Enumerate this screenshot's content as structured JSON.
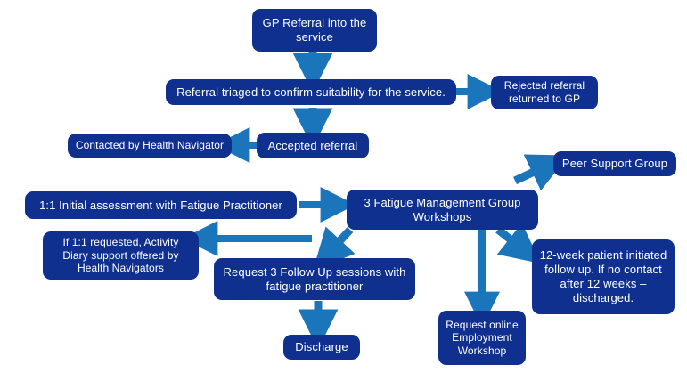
{
  "diagram": {
    "title": "Fatigue service patient pathway flowchart",
    "colors": {
      "node_fill": "#10308F",
      "node_text": "#FFFFFF",
      "arrow": "#1B75BB",
      "background": "#FFFFFF"
    },
    "nodes": [
      {
        "id": "gp-referral",
        "label": "GP Referral into the service"
      },
      {
        "id": "referral-triaged",
        "label": "Referral triaged to confirm suitability for the service."
      },
      {
        "id": "rejected-referral",
        "label": "Rejected referral returned to GP"
      },
      {
        "id": "accepted-referral",
        "label": "Accepted referral"
      },
      {
        "id": "contacted-health-navigator",
        "label": "Contacted by Health Navigator"
      },
      {
        "id": "peer-support-group",
        "label": "Peer Support Group"
      },
      {
        "id": "initial-assessment",
        "label": "1:1 Initial assessment with Fatigue Practitioner"
      },
      {
        "id": "group-workshops",
        "label": "3 Fatigue Management Group Workshops"
      },
      {
        "id": "activity-diary",
        "label": "If 1:1 requested, Activity Diary support offered by Health Navigators"
      },
      {
        "id": "follow-up-sessions",
        "label": "Request 3 Follow Up sessions with fatigue practitioner"
      },
      {
        "id": "twelve-week-followup",
        "label": "12-week patient initiated follow up. If no contact after 12 weeks – discharged."
      },
      {
        "id": "employment-workshop",
        "label": "Request online Employment Workshop"
      },
      {
        "id": "discharge",
        "label": "Discharge"
      }
    ],
    "connections": [
      {
        "from": "gp-referral",
        "to": "referral-triaged",
        "direction": "down"
      },
      {
        "from": "referral-triaged",
        "to": "rejected-referral",
        "direction": "right"
      },
      {
        "from": "referral-triaged",
        "to": "accepted-referral",
        "direction": "down"
      },
      {
        "from": "accepted-referral",
        "to": "contacted-health-navigator",
        "direction": "left"
      },
      {
        "from": "initial-assessment",
        "to": "group-workshops",
        "direction": "right"
      },
      {
        "from": "group-workshops",
        "to": "peer-support-group",
        "direction": "up-right"
      },
      {
        "from": "group-workshops",
        "to": "activity-diary",
        "direction": "left"
      },
      {
        "from": "group-workshops",
        "to": "follow-up-sessions",
        "direction": "down-left"
      },
      {
        "from": "group-workshops",
        "to": "twelve-week-followup",
        "direction": "down-right"
      },
      {
        "from": "group-workshops",
        "to": "employment-workshop",
        "direction": "down"
      },
      {
        "from": "follow-up-sessions",
        "to": "discharge",
        "direction": "down"
      }
    ]
  }
}
